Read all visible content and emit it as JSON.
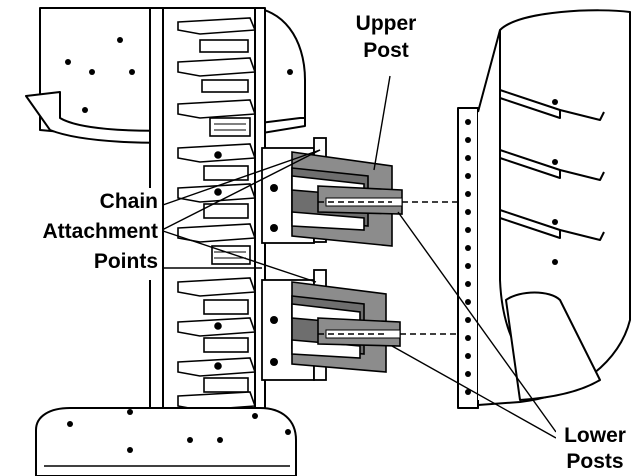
{
  "callouts": {
    "upper_post": [
      "Upper",
      "Post"
    ],
    "chain_attachment": [
      "Chain",
      "Attachment",
      "Points"
    ],
    "lower_posts": [
      "Lower",
      "Posts"
    ]
  },
  "colors": {
    "ink": "#000000",
    "post_fill": "#8c8c8c",
    "post_fill_dark": "#6e6e6e",
    "background": "#ffffff"
  }
}
